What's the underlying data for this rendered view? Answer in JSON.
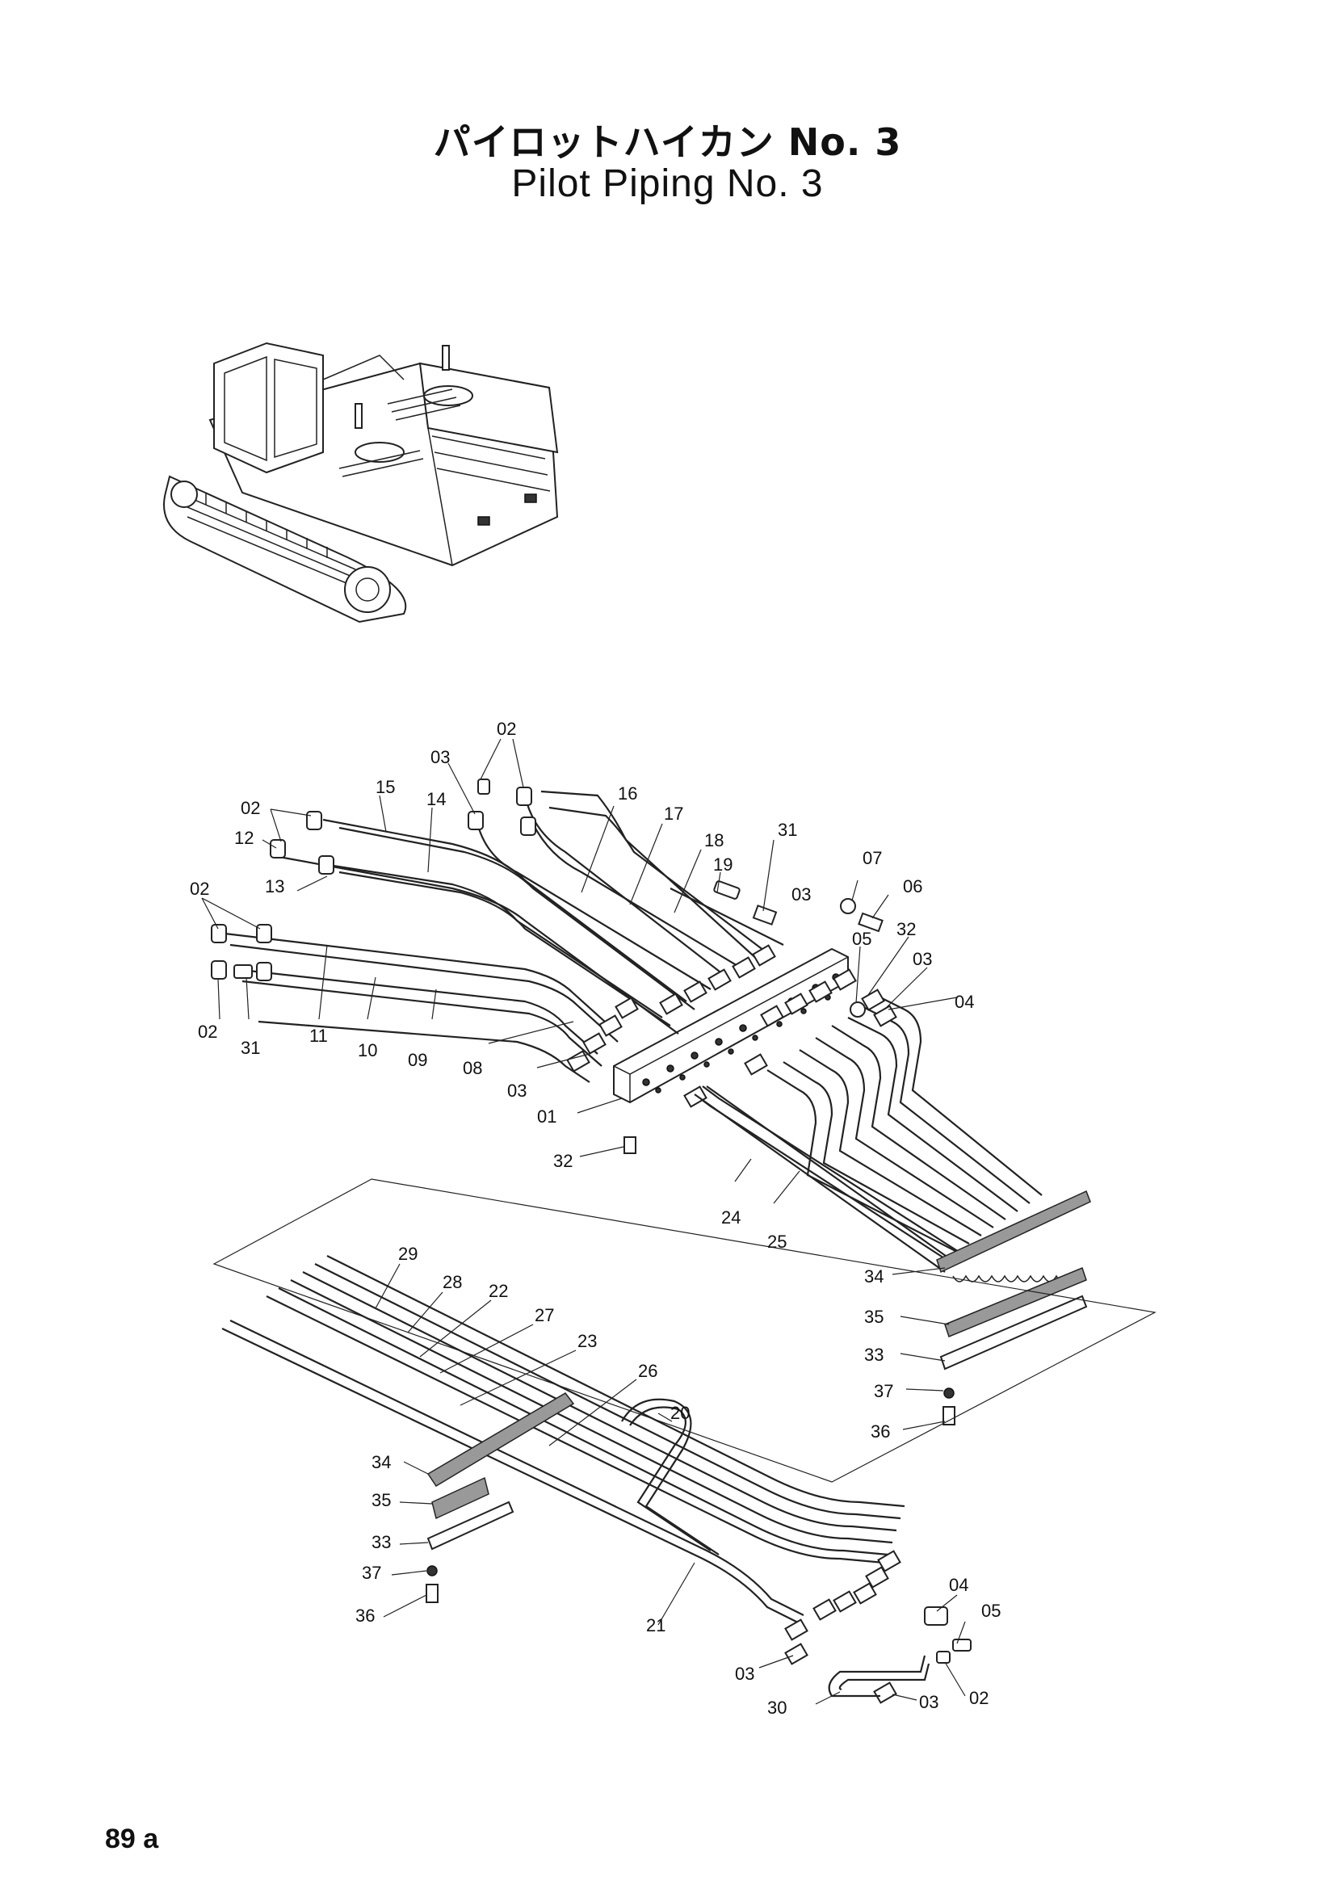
{
  "title_jp": "パイロットハイカン No. 3",
  "title_en": "Pilot Piping No. 3",
  "page_number": "89 a",
  "callouts": {
    "c02_top": "02",
    "c03_top": "03",
    "c15": "15",
    "c14": "14",
    "c16": "16",
    "c17": "17",
    "c18": "18",
    "c31_top": "31",
    "c19": "19",
    "c07": "07",
    "c06": "06",
    "c02_left_top": "02",
    "c12": "12",
    "c13": "13",
    "c02_left_mid": "02",
    "c32_right": "32",
    "c03_right": "03",
    "c05_right": "05",
    "c03_block": "03",
    "c04_right": "04",
    "c02_left_bot": "02",
    "c31_left": "31",
    "c11": "11",
    "c10": "10",
    "c09": "09",
    "c08": "08",
    "c03_left": "03",
    "c01": "01",
    "c32_bottom": "32",
    "c24": "24",
    "c25": "25",
    "c34_right": "34",
    "c35_right": "35",
    "c33_right": "33",
    "c37_right": "37",
    "c36_right": "36",
    "c29": "29",
    "c28": "28",
    "c22": "22",
    "c27": "27",
    "c23": "23",
    "c26": "26",
    "c20": "20",
    "c34_left": "34",
    "c35_left": "35",
    "c33_left": "33",
    "c37_left": "37",
    "c36_left": "36",
    "c21": "21",
    "c04_bottom": "04",
    "c05_bottom": "05",
    "c03_bottom_a": "03",
    "c02_bottom": "02",
    "c30": "30",
    "c03_bottom_b": "03"
  }
}
